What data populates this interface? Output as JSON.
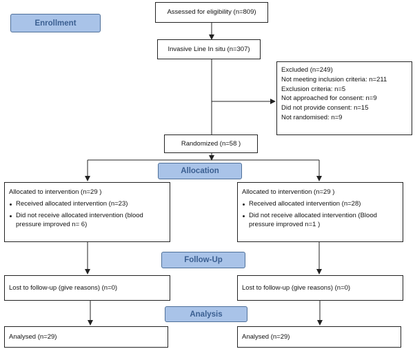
{
  "stages": {
    "enrollment": "Enrollment",
    "allocation": "Allocation",
    "follow_up": "Follow-Up",
    "analysis": "Analysis"
  },
  "assessed": "Assessed for eligibility (n=809)",
  "invasive_line": "Invasive Line In situ  (n=307)",
  "excluded": {
    "title": "Excluded  (n=249)",
    "items": [
      "Not meeting inclusion criteria: n=211",
      "Exclusion criteria: n=5",
      "Not approached for consent: n=9",
      "Did not provide consent: n=15",
      "Not randomised: n=9"
    ]
  },
  "randomized": "Randomized (n=58 )",
  "arms": [
    {
      "allocated": "Allocated to intervention (n=29 )",
      "received": "Received allocated intervention (n=23)",
      "not_received": "Did not receive allocated intervention (blood pressure improved n= 6)",
      "lost": "Lost to follow-up (give reasons) (n=0)",
      "analysed": "Analysed  (n=29)"
    },
    {
      "allocated": "Allocated to intervention (n=29 )",
      "received": "Received allocated intervention (n=28)",
      "not_received": "Did not receive allocated intervention (Blood pressure improved n=1  )",
      "lost": "Lost to follow-up (give reasons) (n=0)",
      "analysed": "Analysed  (n=29)"
    }
  ]
}
